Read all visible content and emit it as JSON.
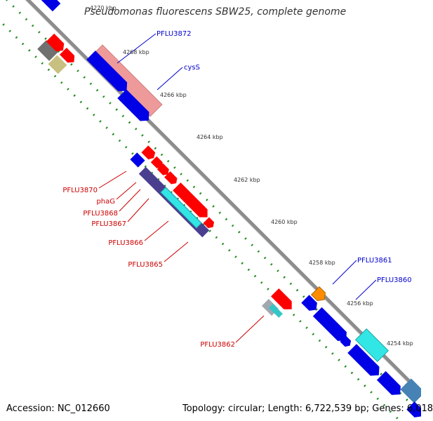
{
  "title": "Pseudomonas fluorescens SBW25, complete genome",
  "footer": {
    "accession": "Accession: NC_012660",
    "topology": "Topology: circular; Length: 6,722,539 bp; Genes: 6,018"
  },
  "ticks": [
    "4268 kbp",
    "4266 kbp",
    "4264 kbp",
    "4262 kbp",
    "4260 kbp",
    "4258 kbp",
    "4256 kbp",
    "4254 kbp"
  ],
  "cut_off_tick": "4270 kbp",
  "genes_forward": [
    "PFLU3872",
    "cysS",
    "PFLU3861",
    "PFLU3860"
  ],
  "genes_reverse": [
    "PFLU3870",
    "phaG",
    "PFLU3868",
    "PFLU3867",
    "PFLU3866",
    "PFLU3865",
    "PFLU3862"
  ],
  "colors": {
    "backbone": "#8c8c8c",
    "forward_label": "#0000cc",
    "reverse_label": "#cc0000",
    "tick_dots": "#228b22",
    "cds_forward": "#0000e6",
    "cds_reverse": "#ff0000",
    "pink": "#ef9a9a",
    "cyan": "#33e6e6",
    "navy": "#4a3f8f",
    "orange": "#ff8c00",
    "steel": "#4682b4",
    "gray": "#808080",
    "olive": "#c8c080"
  }
}
